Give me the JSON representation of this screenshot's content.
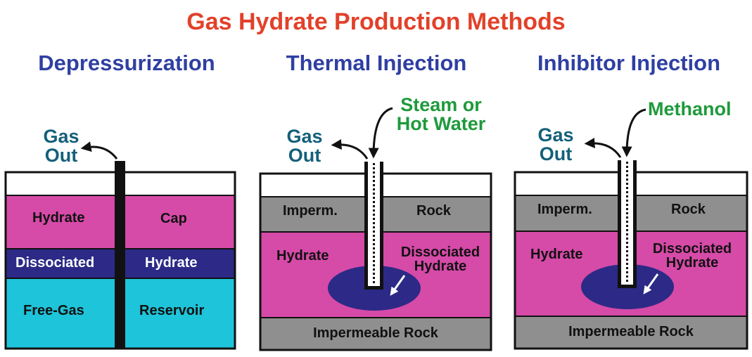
{
  "title": "Gas Hydrate Production Methods",
  "colors": {
    "title": "#e2412a",
    "panel_title": "#2f3fa2",
    "hydrate": "#d64aa8",
    "dissociated": "#2c2a86",
    "free_gas": "#1ec4d9",
    "rock": "#8f8f8f",
    "blob": "#2c2a86",
    "teal_text": "#14607a",
    "green_text": "#1e9a3c"
  },
  "panels": {
    "depressurization": {
      "title": "Depressurization",
      "gas_out": [
        "Gas",
        "Out"
      ],
      "layers": {
        "hydrate": "Hydrate",
        "cap": "Cap",
        "dissociated": "Dissociated",
        "dissociated_hydrate": "Hydrate",
        "free_gas": "Free-Gas",
        "reservoir": "Reservoir"
      }
    },
    "thermal": {
      "title": "Thermal Injection",
      "gas_out": [
        "Gas",
        "Out"
      ],
      "injectant": [
        "Steam or",
        "Hot Water"
      ],
      "layers": {
        "imperm": "Imperm.",
        "rock": "Rock",
        "hydrate": "Hydrate",
        "dissociated": [
          "Dissociated",
          "Hydrate"
        ],
        "impermeable_rock": "Impermeable Rock"
      }
    },
    "inhibitor": {
      "title": "Inhibitor Injection",
      "gas_out": [
        "Gas",
        "Out"
      ],
      "injectant": [
        "Methanol"
      ],
      "layers": {
        "imperm": "Imperm.",
        "rock": "Rock",
        "hydrate": "Hydrate",
        "dissociated": [
          "Dissociated",
          "Hydrate"
        ],
        "impermeable_rock": "Impermeable Rock"
      }
    }
  }
}
